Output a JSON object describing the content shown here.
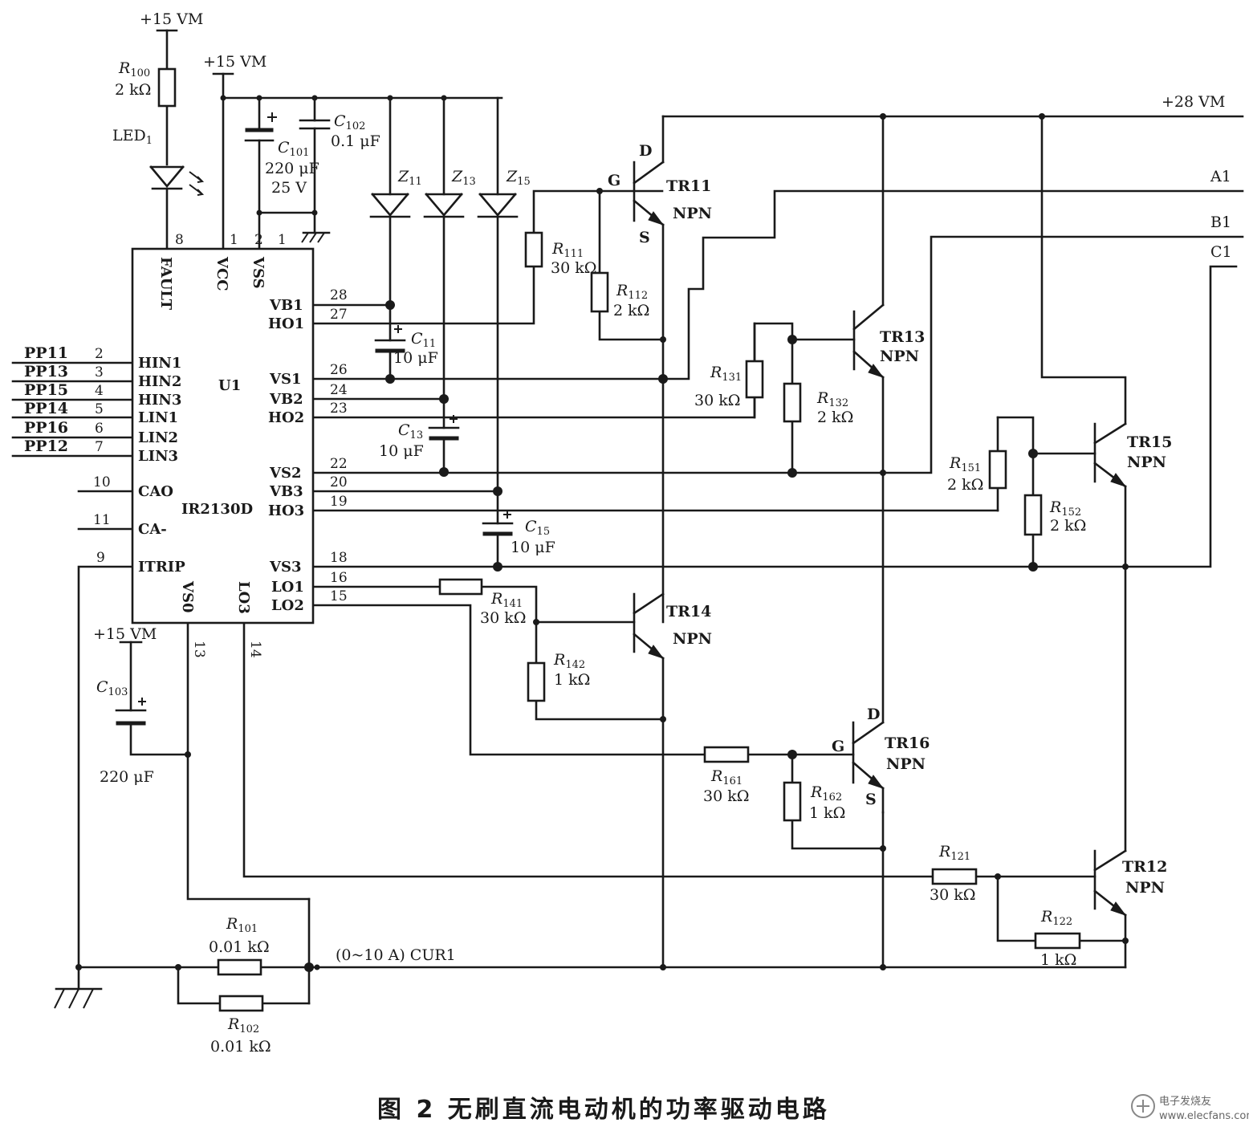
{
  "caption": "图 2   无刷直流电动机的功率驱动电路",
  "watermark": {
    "line1": "电子发烧友",
    "line2": "www.elecfans.com"
  },
  "rails": {
    "v15": "+15 VM",
    "v28": "+28 VM"
  },
  "outputs": [
    "A1",
    "B1",
    "C1"
  ],
  "ic": {
    "ref": "U1",
    "part": "IR2130D"
  },
  "ic_pins": [
    {
      "name": "FAULT",
      "num": "8"
    },
    {
      "name": "VCC",
      "num": "1"
    },
    {
      "name": "VSS",
      "num": "2"
    },
    {
      "name": "HIN1",
      "num": "2"
    },
    {
      "name": "HIN2",
      "num": "3"
    },
    {
      "name": "HIN3",
      "num": "4"
    },
    {
      "name": "LIN1",
      "num": "5"
    },
    {
      "name": "LIN2",
      "num": "6"
    },
    {
      "name": "LIN3",
      "num": "7"
    },
    {
      "name": "CAO",
      "num": "10"
    },
    {
      "name": "CA-",
      "num": "11"
    },
    {
      "name": "ITRIP",
      "num": "9"
    },
    {
      "name": "VS0",
      "num": "13"
    },
    {
      "name": "LO3",
      "num": "14"
    },
    {
      "name": "VB1",
      "num": "28"
    },
    {
      "name": "HO1",
      "num": "27"
    },
    {
      "name": "VS1",
      "num": "26"
    },
    {
      "name": "VB2",
      "num": "24"
    },
    {
      "name": "HO2",
      "num": "23"
    },
    {
      "name": "VS2",
      "num": "22"
    },
    {
      "name": "VB3",
      "num": "20"
    },
    {
      "name": "HO3",
      "num": "19"
    },
    {
      "name": "VS3",
      "num": "18"
    },
    {
      "name": "LO1",
      "num": "16"
    },
    {
      "name": "LO2",
      "num": "15"
    }
  ],
  "inputs": [
    "PP11",
    "PP13",
    "PP15",
    "PP14",
    "PP16",
    "PP12"
  ],
  "resistors": [
    {
      "ref": "R",
      "sub": "100",
      "value": "2 kΩ"
    },
    {
      "ref": "R",
      "sub": "111",
      "value": "30 kΩ"
    },
    {
      "ref": "R",
      "sub": "112",
      "value": "2 kΩ"
    },
    {
      "ref": "R",
      "sub": "131",
      "value": "30 kΩ"
    },
    {
      "ref": "R",
      "sub": "132",
      "value": "2 kΩ"
    },
    {
      "ref": "R",
      "sub": "151",
      "value": "2 kΩ"
    },
    {
      "ref": "R",
      "sub": "152",
      "value": "2 kΩ"
    },
    {
      "ref": "R",
      "sub": "141",
      "value": "30 kΩ"
    },
    {
      "ref": "R",
      "sub": "142",
      "value": "1 kΩ"
    },
    {
      "ref": "R",
      "sub": "161",
      "value": "30 kΩ"
    },
    {
      "ref": "R",
      "sub": "162",
      "value": "1 kΩ"
    },
    {
      "ref": "R",
      "sub": "121",
      "value": "30 kΩ"
    },
    {
      "ref": "R",
      "sub": "122",
      "value": "1 kΩ"
    },
    {
      "ref": "R",
      "sub": "101",
      "value": "0.01 kΩ"
    },
    {
      "ref": "R",
      "sub": "102",
      "value": "0.01 kΩ"
    }
  ],
  "capacitors": [
    {
      "ref": "C",
      "sub": "101",
      "value": "220 μF",
      "value2": "25 V"
    },
    {
      "ref": "C",
      "sub": "102",
      "value": "0.1 μF"
    },
    {
      "ref": "C",
      "sub": "11",
      "value": "10 μF"
    },
    {
      "ref": "C",
      "sub": "13",
      "value": "10 μF"
    },
    {
      "ref": "C",
      "sub": "15",
      "value": "10 μF"
    },
    {
      "ref": "C",
      "sub": "103",
      "value": "220 μF"
    }
  ],
  "zeners": [
    {
      "ref": "Z",
      "sub": "11"
    },
    {
      "ref": "Z",
      "sub": "13"
    },
    {
      "ref": "Z",
      "sub": "15"
    }
  ],
  "led": {
    "ref": "LED",
    "sub": "1"
  },
  "transistors": [
    {
      "ref": "TR11",
      "type": "NPN"
    },
    {
      "ref": "TR13",
      "type": "NPN"
    },
    {
      "ref": "TR15",
      "type": "NPN"
    },
    {
      "ref": "TR14",
      "type": "NPN"
    },
    {
      "ref": "TR16",
      "type": "NPN"
    },
    {
      "ref": "TR12",
      "type": "NPN"
    }
  ],
  "terminals": {
    "d": "D",
    "g": "G",
    "s": "S"
  },
  "current_note": "(0~10 A)   CUR1"
}
